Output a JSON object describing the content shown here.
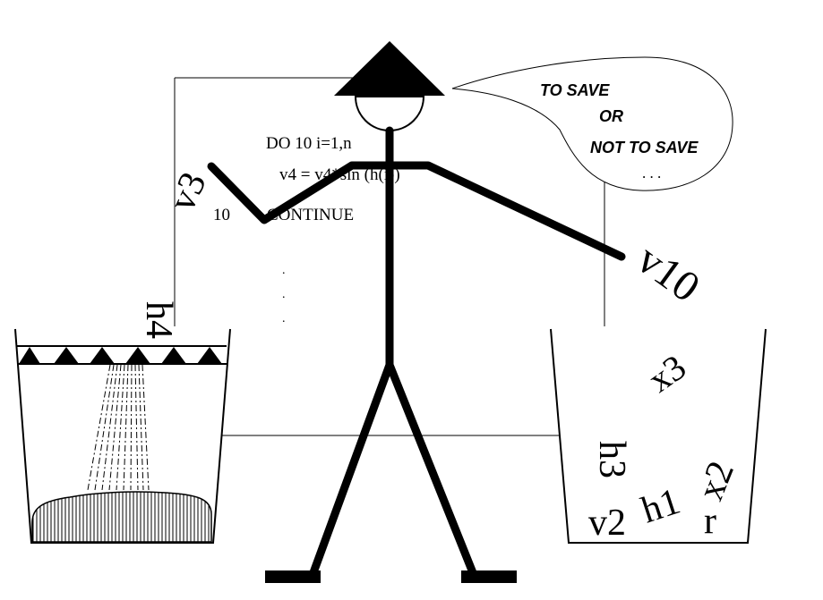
{
  "speech": {
    "line1": "TO SAVE",
    "line2": "OR",
    "line3": "NOT TO SAVE",
    "ellipsis": ". . ."
  },
  "code": {
    "line1": "DO 10 i=1,n",
    "line2": "v4 = v4*sin (h(i))",
    "label": "10",
    "line3": "CONTINUE",
    "dots": [
      ".",
      ".",
      "."
    ]
  },
  "labels": {
    "v3": "v3",
    "h4": "h4",
    "v10": "v10"
  },
  "right_bucket": {
    "x3": "x3",
    "h3": "h3",
    "v2": "v2",
    "h1": "h1",
    "x2": "x2",
    "r": "r"
  }
}
